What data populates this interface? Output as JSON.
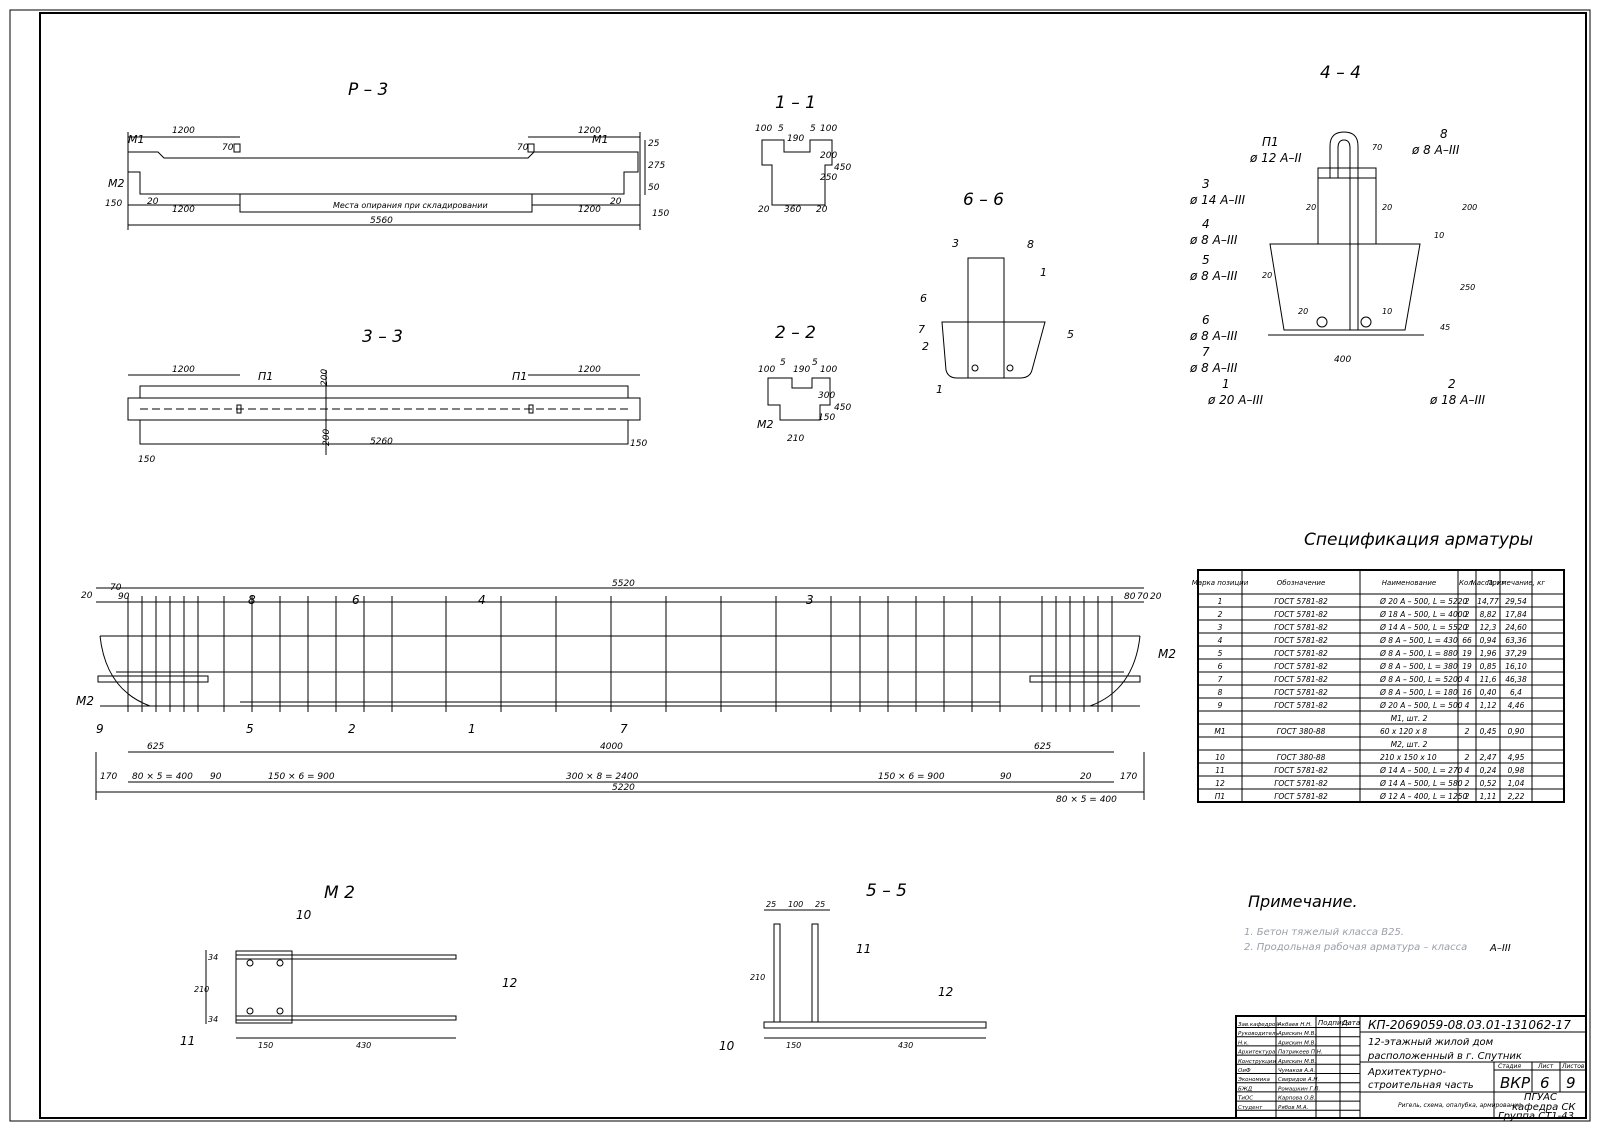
{
  "sections": {
    "p3": "Р – 3",
    "s11": "1 – 1",
    "s22": "2 – 2",
    "s33": "3 – 3",
    "s44": "4 – 4",
    "s55": "5 – 5",
    "s66": "6 – 6",
    "m2": "М 2"
  },
  "beam_p3": {
    "dims": [
      "1200",
      "1200",
      "70",
      "70",
      "25",
      "275",
      "50",
      "150",
      "150",
      "20",
      "20",
      "1200",
      "1200",
      "5560"
    ],
    "marks": [
      "М1",
      "М1",
      "М2"
    ],
    "support_note": "Места опирания при складировании"
  },
  "beam_33": {
    "dims": [
      "1200",
      "1200",
      "200",
      "200",
      "5260",
      "150",
      "150"
    ],
    "marks": [
      "П1",
      "П1"
    ]
  },
  "sec11": {
    "dims": [
      "100",
      "5",
      "5",
      "100",
      "190",
      "200",
      "250",
      "450",
      "20",
      "360",
      "20"
    ]
  },
  "sec22": {
    "dims": [
      "100",
      "5",
      "190",
      "5",
      "100",
      "300",
      "150",
      "450",
      "210"
    ],
    "mark": "М2"
  },
  "sec66": {
    "labels": [
      "3",
      "8",
      "1",
      "6",
      "7",
      "2",
      "1",
      "5"
    ]
  },
  "sec44": {
    "callouts": [
      {
        "pos": "П1",
        "spec": "ø 12 А–II"
      },
      {
        "pos": "8",
        "spec": "ø 8 А–III"
      },
      {
        "pos": "3",
        "spec": "ø 14 А–III"
      },
      {
        "pos": "4",
        "spec": "ø 8 А–III"
      },
      {
        "pos": "5",
        "spec": "ø 8 А–III"
      },
      {
        "pos": "6",
        "spec": "ø 8 А–III"
      },
      {
        "pos": "7",
        "spec": "ø 8 А–III"
      },
      {
        "pos": "1",
        "spec": "ø 20 А–III"
      },
      {
        "pos": "2",
        "spec": "ø 18 А–III"
      }
    ],
    "dims": [
      "70",
      "200",
      "20",
      "20",
      "10",
      "250",
      "20",
      "10",
      "20",
      "45",
      "400"
    ]
  },
  "cage": {
    "top_dims": [
      "20",
      "70",
      "90",
      "5520",
      "80",
      "70",
      "20"
    ],
    "labels": [
      "8",
      "6",
      "4",
      "3",
      "М2",
      "М2",
      "9",
      "5",
      "2",
      "1",
      "7"
    ],
    "dims_a": [
      "625",
      "4000",
      "625"
    ],
    "dims_b": [
      "170",
      "80 × 5 = 400",
      "90",
      "150 × 6 = 900",
      "300 × 8 = 2400",
      "150 × 6 = 900",
      "90",
      "20",
      "170"
    ],
    "total": "5220",
    "tail": "80 × 5 = 400"
  },
  "spec": {
    "title": "Спецификация арматуры",
    "headers": [
      "Марка позиции",
      "Обозначение",
      "Наименование",
      "Кол.",
      "Масса, кг",
      "Примечание, кг"
    ],
    "rows": [
      [
        "1",
        "ГОСТ 5781-82",
        "Ø 20 А – 500, L = 5220",
        "2",
        "14,77",
        "29,54"
      ],
      [
        "2",
        "ГОСТ 5781-82",
        "Ø 18 А – 500, L = 4000",
        "2",
        "8,82",
        "17,84"
      ],
      [
        "3",
        "ГОСТ 5781-82",
        "Ø 14 А – 500, L = 5520",
        "2",
        "12,3",
        "24,60"
      ],
      [
        "4",
        "ГОСТ 5781-82",
        "Ø 8 А – 500, L = 430",
        "66",
        "0,94",
        "63,36"
      ],
      [
        "5",
        "ГОСТ 5781-82",
        "Ø 8 А – 500, L = 880",
        "19",
        "1,96",
        "37,29"
      ],
      [
        "6",
        "ГОСТ 5781-82",
        "Ø 8 А – 500, L = 380",
        "19",
        "0,85",
        "16,10"
      ],
      [
        "7",
        "ГОСТ 5781-82",
        "Ø 8 А – 500, L = 5200",
        "4",
        "11,6",
        "46,38"
      ],
      [
        "8",
        "ГОСТ 5781-82",
        "Ø 8 А – 500, L = 180",
        "16",
        "0,40",
        "6,4"
      ],
      [
        "9",
        "ГОСТ 5781-82",
        "Ø 20 А – 500, L = 500",
        "4",
        "1,12",
        "4,46"
      ],
      [
        "",
        "",
        "М1, шт. 2",
        "",
        "",
        ""
      ],
      [
        "М1",
        "ГОСТ 380-88",
        "60 х 120 х 8",
        "2",
        "0,45",
        "0,90"
      ],
      [
        "",
        "",
        "М2, шт. 2",
        "",
        "",
        ""
      ],
      [
        "10",
        "ГОСТ 380-88",
        "210 х 150 х 10",
        "2",
        "2,47",
        "4,95"
      ],
      [
        "11",
        "ГОСТ 5781-82",
        "Ø 14 А – 500, L = 270",
        "4",
        "0,24",
        "0,98"
      ],
      [
        "12",
        "ГОСТ 5781-82",
        "Ø 14 А – 500, L = 580",
        "2",
        "0,52",
        "1,04"
      ],
      [
        "П1",
        "ГОСТ 5781-82",
        "Ø 12 А – 400, L = 1250",
        "2",
        "1,11",
        "2,22"
      ]
    ]
  },
  "notes": {
    "title": "Примечание.",
    "line1": "1. Бетон тяжелый класса В25.",
    "line2": "2. Продольная рабочая арматура – класса",
    "line2_end": "А–III"
  },
  "m2": {
    "labels": [
      "10",
      "12",
      "11"
    ],
    "dims": [
      "34",
      "210",
      "34",
      "150",
      "430"
    ]
  },
  "s55": {
    "labels": [
      "11",
      "12",
      "10"
    ],
    "dims": [
      "25",
      "100",
      "25",
      "210",
      "150",
      "430"
    ]
  },
  "stamp": {
    "code": "КП-2069059-08.03.01-131062-17",
    "title1": "12-этажный жилой дом",
    "title2": "расположенный в г. Спутник",
    "part1": "Архитектурно-",
    "part2": "строительная часть",
    "sheet_hdr": [
      "Стадия",
      "Лист",
      "Листов"
    ],
    "stage": "ВКР",
    "sheet": "6",
    "sheets": "9",
    "org1": "ПГУАС",
    "org2": "кафедра СК",
    "org3": "Группа СТ1-43",
    "caption": "Ригель, схема, опалубка, армирование",
    "roles": [
      "Зав.кафедрой",
      "Руководитель",
      "Н.к.",
      "Архитектура",
      "Конструкции",
      "ОиФ",
      "Экономика",
      "БЖД",
      "ТиОС",
      "Студент"
    ],
    "names": [
      "Акбаев Н.Н.",
      "Арискин М.В.",
      "Арискин М.В.",
      "Патрикеев П.Н.",
      "Арискин М.В.",
      "Чумаков А.А.",
      "Свиридов А.Н.",
      "Ромашкин Г.П.",
      "Карпова О.В.",
      "Рябов М.А."
    ],
    "sig_hdr": [
      "Подпись",
      "Дата"
    ]
  }
}
